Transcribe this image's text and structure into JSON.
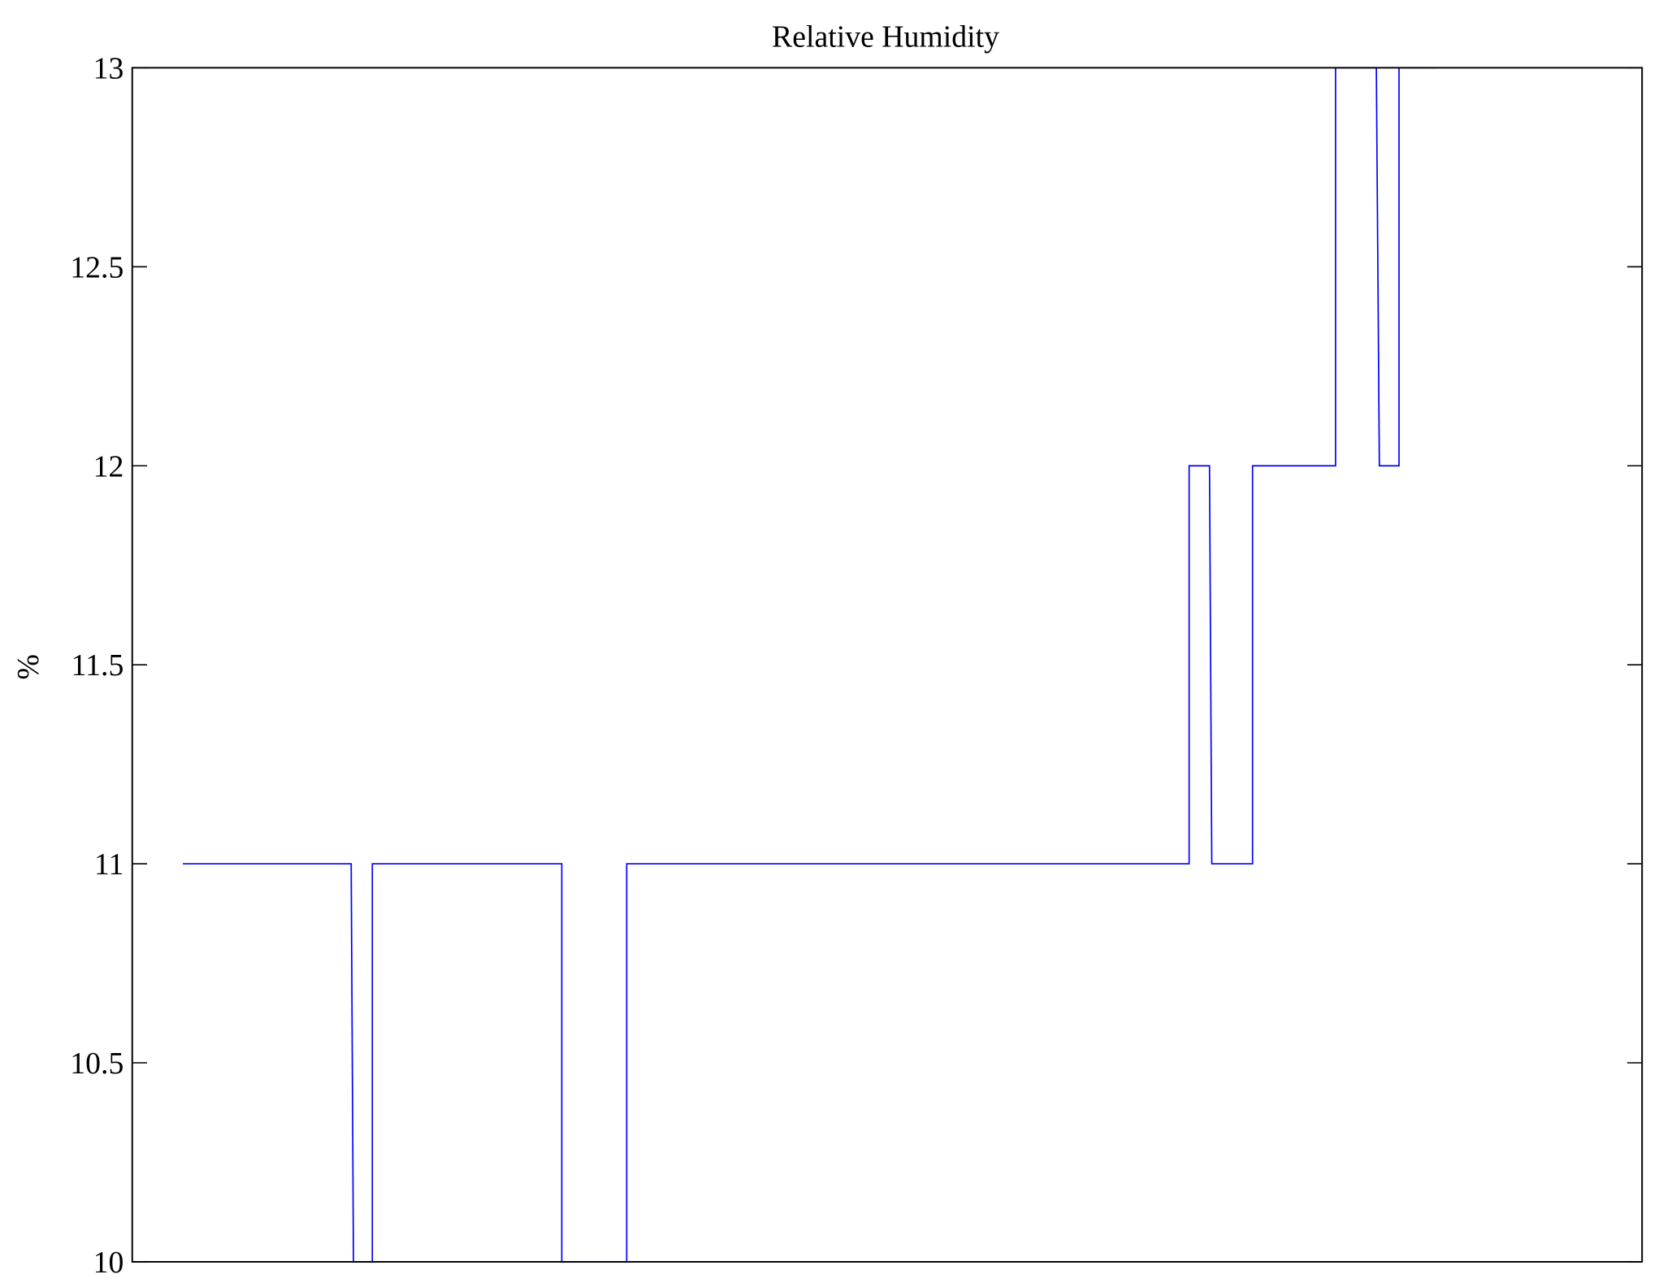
{
  "chart_data": {
    "type": "line",
    "title": "Relative Humidity",
    "xlabel": "",
    "ylabel": "%",
    "xlim": [
      0,
      200
    ],
    "ylim": [
      10,
      13
    ],
    "yticks": [
      10,
      10.5,
      11,
      11.5,
      12,
      12.5,
      13
    ],
    "ytick_labels": [
      "10",
      "10.5",
      "11",
      "11.5",
      "12",
      "12.5",
      "13"
    ],
    "grid": false,
    "series": [
      {
        "name": "Relative Humidity",
        "color": "#0000ff",
        "points": [
          [
            6.7,
            11
          ],
          [
            29.0,
            11
          ],
          [
            29.3,
            10
          ],
          [
            31.8,
            10
          ],
          [
            31.8,
            11
          ],
          [
            56.9,
            11
          ],
          [
            56.9,
            10
          ],
          [
            65.5,
            10
          ],
          [
            65.5,
            11
          ],
          [
            140.0,
            11
          ],
          [
            140.0,
            12
          ],
          [
            142.7,
            12
          ],
          [
            143.0,
            11
          ],
          [
            148.4,
            11
          ],
          [
            148.4,
            12
          ],
          [
            159.4,
            12
          ],
          [
            159.4,
            13
          ],
          [
            164.8,
            13
          ],
          [
            165.2,
            12
          ],
          [
            167.8,
            12
          ],
          [
            167.8,
            13
          ],
          [
            172.8,
            13
          ]
        ]
      }
    ]
  }
}
